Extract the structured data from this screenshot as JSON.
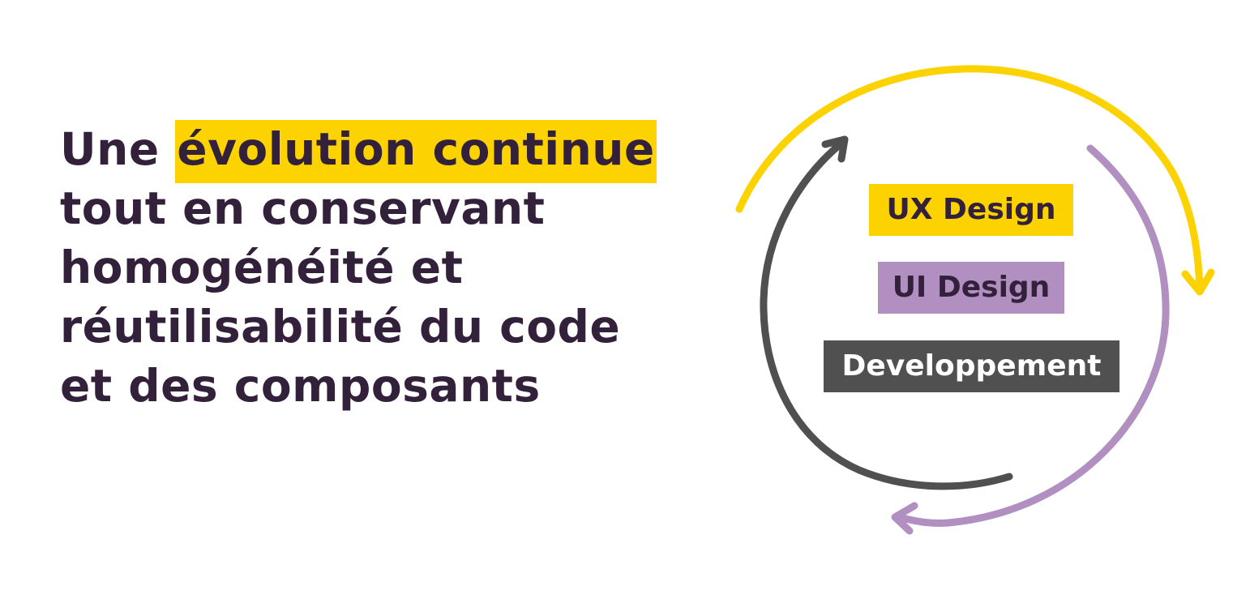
{
  "headline": {
    "prefix": "Une ",
    "highlight": "évolution continue",
    "lines": [
      "tout en conservant",
      "homogénéité et",
      "réutilisabilité du code",
      "et des composants"
    ]
  },
  "diagram": {
    "stages": [
      {
        "label": "UX Design",
        "color": "#fcd200",
        "text_color": "#33203a"
      },
      {
        "label": "UI Design",
        "color": "#b18fc0",
        "text_color": "#33203a"
      },
      {
        "label": "Developpement",
        "color": "#505050",
        "text_color": "#ffffff"
      }
    ],
    "arrows": [
      {
        "name": "yellow-arc",
        "color": "#fcd200"
      },
      {
        "name": "purple-arc",
        "color": "#b18fc0"
      },
      {
        "name": "gray-arc",
        "color": "#505050"
      }
    ]
  },
  "colors": {
    "text": "#33203a",
    "highlight": "#fcd200",
    "background": "#ffffff"
  }
}
